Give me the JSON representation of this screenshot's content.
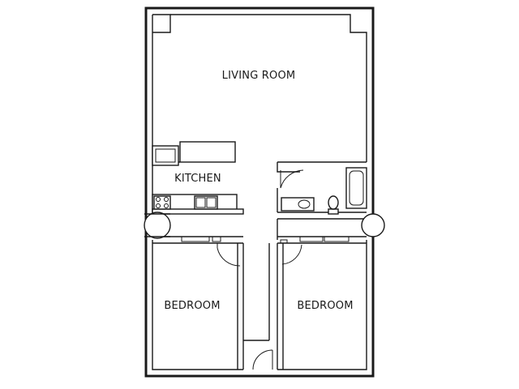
{
  "rooms": {
    "living_room": "LIVING ROOM",
    "kitchen": "KITCHEN",
    "bedroom_left": "BEDROOM",
    "bedroom_right": "BEDROOM"
  }
}
